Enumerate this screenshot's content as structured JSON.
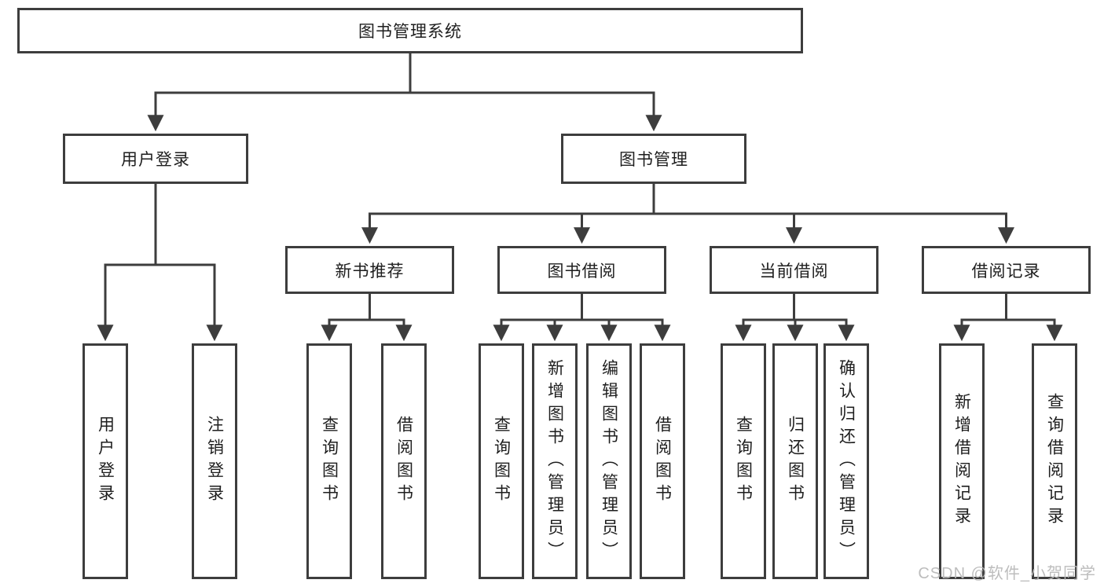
{
  "diagram": {
    "title": "图书管理系统",
    "colors": {
      "line": "#3d3d3d",
      "text": "#1e1e1e",
      "background": "#ffffff",
      "watermark": "#b9b9b9"
    },
    "nodes": {
      "root": {
        "label": "图书管理系统"
      },
      "user_login": {
        "label": "用户登录"
      },
      "book_mgmt": {
        "label": "图书管理"
      },
      "new_book_rec": {
        "label": "新书推荐"
      },
      "book_borrow": {
        "label": "图书借阅"
      },
      "current_borrow": {
        "label": "当前借阅"
      },
      "borrow_records": {
        "label": "借阅记录"
      },
      "login_leaf": {
        "label": "用户登录"
      },
      "logout_leaf": {
        "label": "注销登录"
      },
      "rec_query_books": {
        "label": "查询图书"
      },
      "rec_borrow_books": {
        "label": "借阅图书"
      },
      "bb_query_books": {
        "label": "查询图书"
      },
      "bb_add_books": {
        "label": "新增图书（管理员）"
      },
      "bb_edit_books": {
        "label": "编辑图书（管理员）"
      },
      "bb_borrow_books": {
        "label": "借阅图书"
      },
      "cb_query_books": {
        "label": "查询图书"
      },
      "cb_return_books": {
        "label": "归还图书"
      },
      "cb_confirm_return": {
        "label": "确认归还（管理员）"
      },
      "br_add_record": {
        "label": "新增借阅记录"
      },
      "br_query_record": {
        "label": "查询借阅记录"
      }
    }
  },
  "watermark": {
    "text": "CSDN @软件_小贺同学"
  }
}
